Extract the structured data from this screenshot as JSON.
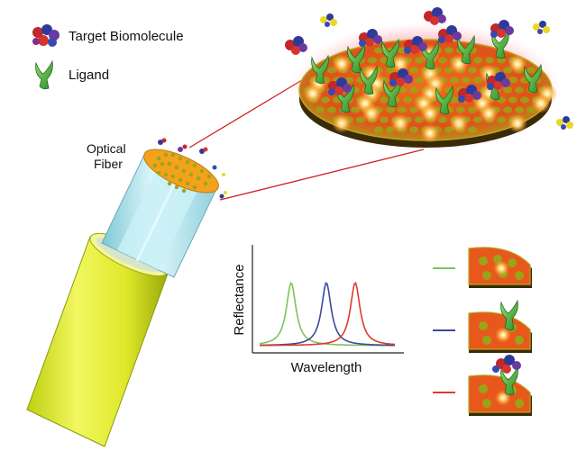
{
  "legend": {
    "target": "Target Biomolecule",
    "ligand": "Ligand"
  },
  "fiber": {
    "line1": "Optical",
    "line2": "Fiber"
  },
  "chart_data": {
    "type": "line",
    "xlabel": "Wavelength",
    "ylabel": "Reflectance",
    "series": [
      {
        "color": "#7cc45a"
      },
      {
        "color": "#3b4a9c"
      },
      {
        "color": "#e03a2e"
      }
    ]
  },
  "colors": {
    "fiber_jacket": "#e3ee2a",
    "fiber_core": "#b8ecf2",
    "surface": "#e85a1e",
    "zoom_line": "#d32020"
  }
}
